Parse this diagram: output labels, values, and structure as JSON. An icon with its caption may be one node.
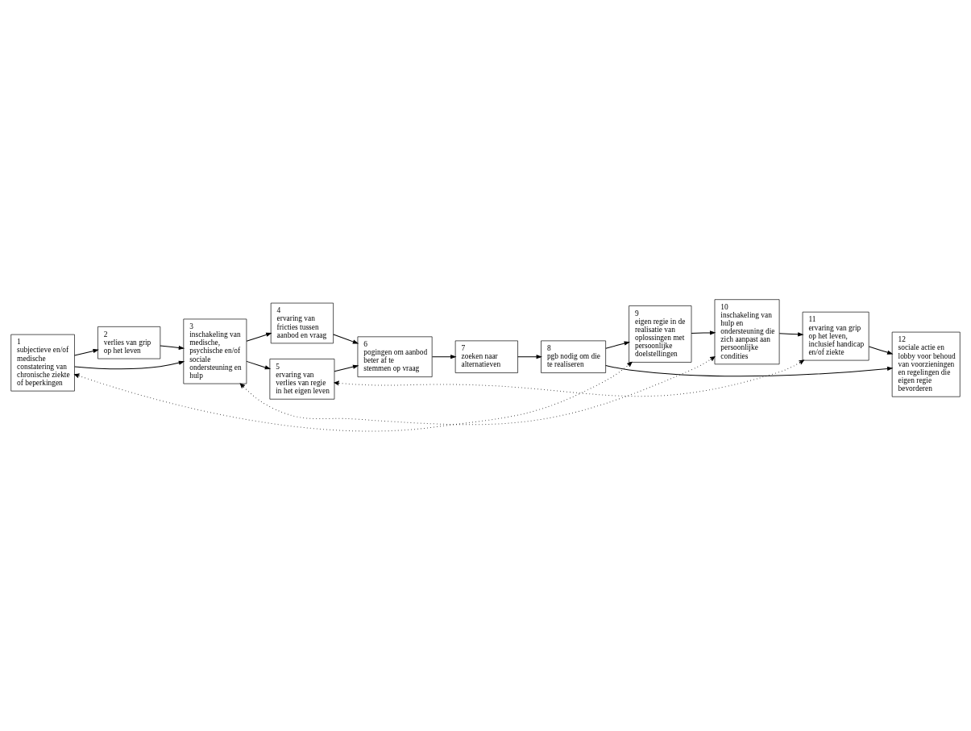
{
  "diagram": {
    "nodes": [
      {
        "text": [
          "1",
          "subjectieve en/of medische constatering van chronische ziekte of beperkingen"
        ]
      },
      {
        "text": [
          "2",
          "verlies van grip op het leven"
        ]
      },
      {
        "text": [
          "3",
          "inschakeling van medische, psychische en/of sociale ondersteuning en hulp"
        ]
      },
      {
        "text": [
          "4",
          "ervaring van fricties tussen aanbod en vraag"
        ]
      },
      {
        "text": [
          "5",
          "ervaring van verlies van regie in het eigen leven"
        ]
      },
      {
        "text": [
          "6",
          "pogingen om aanbod beter af te stemmen op vraag"
        ]
      },
      {
        "text": [
          "7",
          "zoeken naar alternatieven"
        ]
      },
      {
        "text": [
          "8",
          "pgb nodig om die te realiseren"
        ]
      },
      {
        "text": [
          "9",
          "eigen regie in de realisatie van oplossingen met persoonlijke doelstellingen"
        ]
      },
      {
        "text": [
          "10",
          "inschakeling van hulp en ondersteuning die zich aanpast aan persoonlijke condities"
        ]
      },
      {
        "text": [
          "11",
          "ervaring van grip op het leven, inclusief handicap en/of ziekte"
        ]
      },
      {
        "text": [
          "12",
          "sociale actie en lobby voor behoud van voorzieningen en regelingen die eigen regie bevorderen"
        ]
      }
    ],
    "edges": [
      {
        "from": 0,
        "to": 1,
        "arrow": "to"
      },
      {
        "from": 1,
        "to": 2,
        "arrow": "to"
      },
      {
        "from": 0,
        "to": 2,
        "arrow": "to"
      },
      {
        "from": 2,
        "to": 3,
        "arrow": "to"
      },
      {
        "from": 2,
        "to": 4,
        "arrow": "to"
      },
      {
        "from": 3,
        "to": 5,
        "arrow": "to"
      },
      {
        "from": 4,
        "to": 5,
        "arrow": "to"
      },
      {
        "from": 5,
        "to": 6,
        "arrow": "to"
      },
      {
        "from": 6,
        "to": 7,
        "arrow": "to"
      },
      {
        "from": 7,
        "to": 8,
        "arrow": "to"
      },
      {
        "from": 7,
        "to": 11,
        "arrow": "to"
      },
      {
        "from": 8,
        "to": 9,
        "arrow": "to"
      },
      {
        "from": 9,
        "to": 10,
        "arrow": "to"
      },
      {
        "from": 10,
        "to": 11,
        "arrow": "to"
      },
      {
        "from": 0,
        "to": 8,
        "arrow": "both",
        "style": "dashed"
      },
      {
        "from": 2,
        "to": 9,
        "arrow": "both",
        "style": "dashed"
      },
      {
        "from": 4,
        "to": 10,
        "arrow": "both",
        "style": "dashed"
      }
    ]
  }
}
